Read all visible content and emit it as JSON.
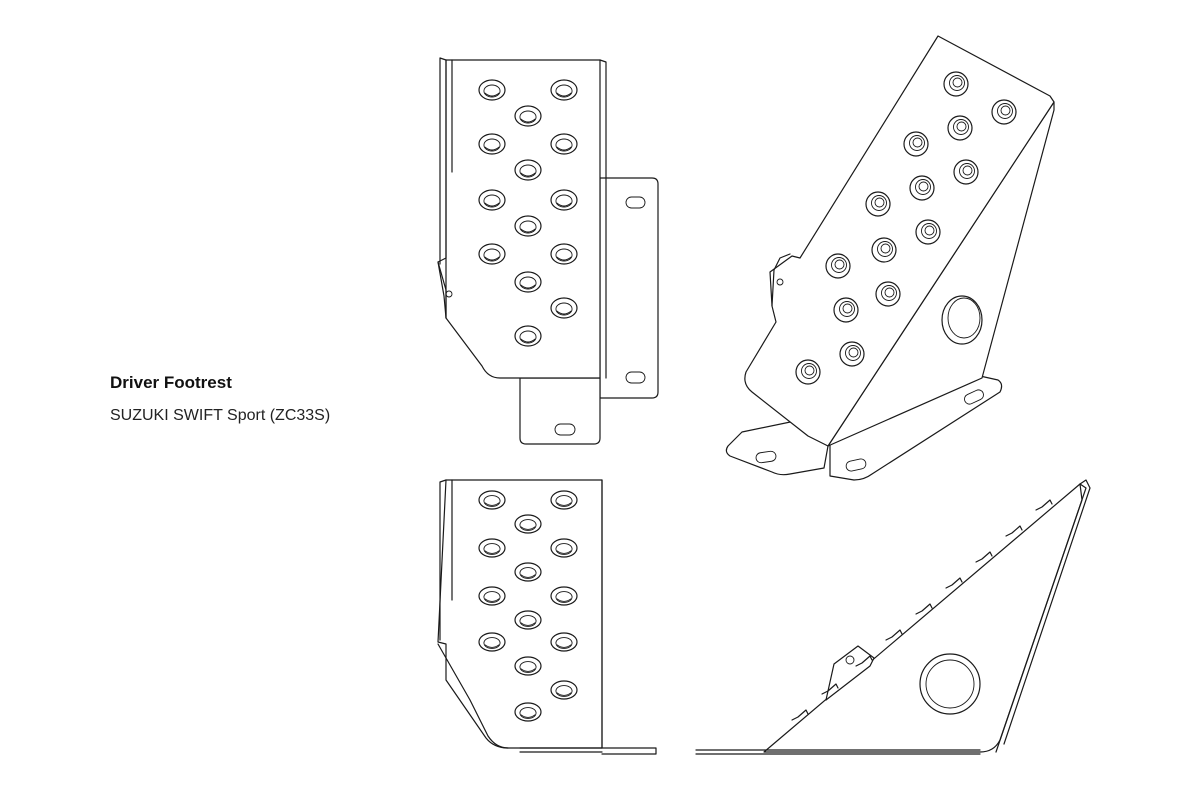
{
  "product": {
    "title": "Driver Footrest",
    "subtitle": "SUZUKI SWIFT Sport (ZC33S)"
  },
  "colors": {
    "line": "#1a1a1a",
    "background": "#ffffff"
  },
  "views": [
    "front-view",
    "isometric-view",
    "top-view",
    "side-view"
  ]
}
